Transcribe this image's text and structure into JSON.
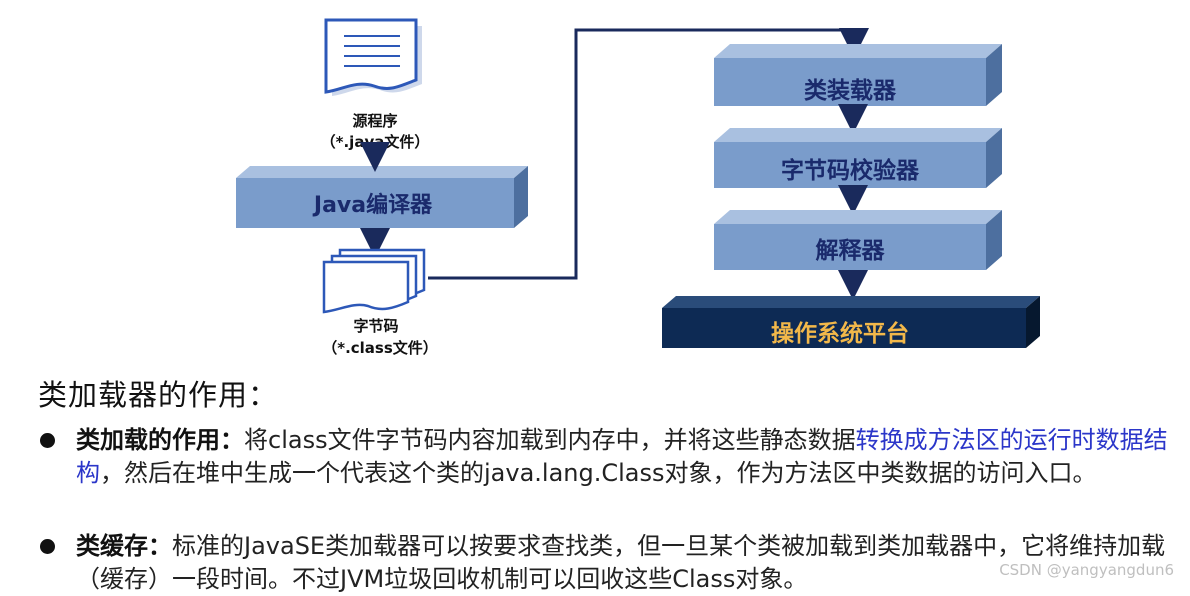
{
  "diagram": {
    "left": {
      "source_label": "源程序",
      "source_sub": "（*.java文件）",
      "compiler": "Java编译器",
      "bytecode_label": "字节码",
      "bytecode_sub": "（*.class文件）"
    },
    "right": {
      "class_loader": "类装载器",
      "verifier": "字节码校验器",
      "interpreter": "解释器",
      "os_platform": "操作系统平台"
    },
    "colors": {
      "box": "#7a9ccb",
      "box_top": "#a9c0e0",
      "box_side": "#4d6f9f",
      "os_box": "#0d2a54",
      "os_text": "#f2b84a",
      "box_text": "#1a2a6c",
      "arrow": "#1a2a5c"
    }
  },
  "section": {
    "heading": "类加载器的作用：",
    "bullets": [
      {
        "title": "类加载的作用：",
        "text_a": "将class文件字节码内容加载到内存中，并将这些静态数据",
        "highlight": "转换成方法区的运行时数据结构",
        "text_b": "，然后在堆中生成一个代表这个类的java.lang.Class对象，作为方法区中类数据的访问入口。"
      },
      {
        "title": "类缓存：",
        "text_a": "标准的JavaSE类加载器可以按要求查找类，但一旦某个类被加载到类加载器中，它将维持加载（缓存）一段时间。不过JVM垃圾回收机制可以回收这些Class对象。"
      }
    ]
  },
  "watermark": "CSDN @yangyangdun6"
}
